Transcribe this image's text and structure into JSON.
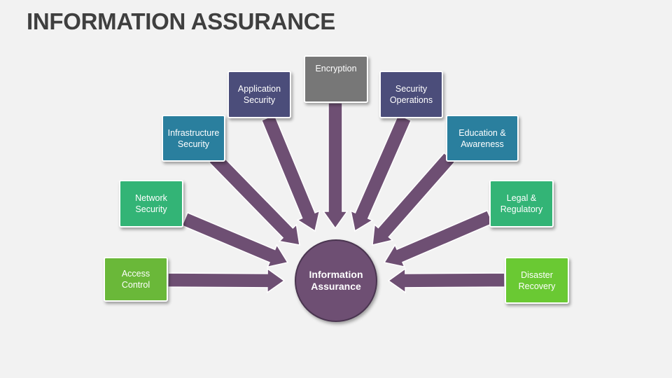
{
  "slide": {
    "title": "INFORMATION ASSURANCE"
  },
  "hub": {
    "line1": "Information",
    "line2": "Assurance",
    "color": "#6e4f73"
  },
  "arrow_color": "#6e4f73",
  "nodes": [
    {
      "line1": "Access Control",
      "line2": "",
      "color": "#6ab839"
    },
    {
      "line1": "Network",
      "line2": "Security",
      "color": "#33b476"
    },
    {
      "line1": "Infrastructure",
      "line2": "Security",
      "color": "#2a7f9e"
    },
    {
      "line1": "Application",
      "line2": "Security",
      "color": "#4b4d7a"
    },
    {
      "line1": "Encryption",
      "line2": "",
      "color": "#777777"
    },
    {
      "line1": "Security",
      "line2": "Operations",
      "color": "#4b4d7a"
    },
    {
      "line1": "Education &",
      "line2": "Awareness",
      "color": "#2a7f9e"
    },
    {
      "line1": "Legal &",
      "line2": "Regulatory",
      "color": "#33b476"
    },
    {
      "line1": "Disaster",
      "line2": "Recovery",
      "color": "#6ac933"
    }
  ]
}
